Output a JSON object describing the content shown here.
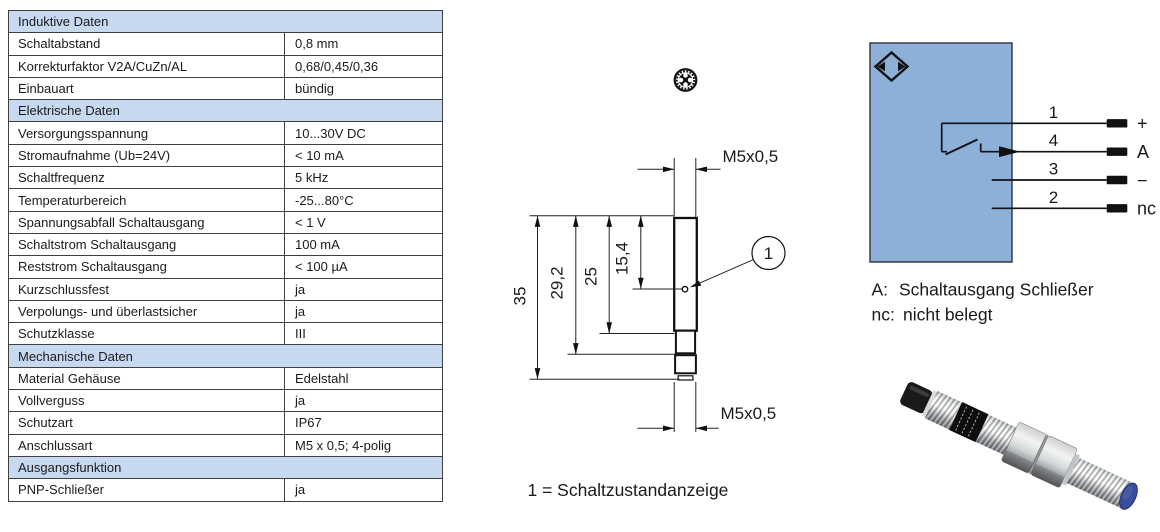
{
  "table": {
    "sections": [
      {
        "title": "Induktive Daten",
        "rows": [
          {
            "label": "Schaltabstand",
            "value": "0,8 mm"
          },
          {
            "label": "Korrekturfaktor V2A/CuZn/AL",
            "value": "0,68/0,45/0,36"
          },
          {
            "label": "Einbauart",
            "value": "bündig"
          }
        ]
      },
      {
        "title": "Elektrische Daten",
        "rows": [
          {
            "label": "Versorgungsspannung",
            "value": "10...30V DC"
          },
          {
            "label": "Stromaufnahme (Ub=24V)",
            "value": "< 10 mA"
          },
          {
            "label": "Schaltfrequenz",
            "value": "5 kHz"
          },
          {
            "label": "Temperaturbereich",
            "value": "-25...80°C"
          },
          {
            "label": "Spannungsabfall Schaltausgang",
            "value": "< 1 V"
          },
          {
            "label": "Schaltstrom Schaltausgang",
            "value": "100 mA"
          },
          {
            "label": "Reststrom Schaltausgang",
            "value": "< 100 µA"
          },
          {
            "label": "Kurzschlussfest",
            "value": "ja"
          },
          {
            "label": "Verpolungs- und überlastsicher",
            "value": "ja"
          },
          {
            "label": "Schutzklasse",
            "value": "III"
          }
        ]
      },
      {
        "title": "Mechanische Daten",
        "rows": [
          {
            "label": "Material Gehäuse",
            "value": "Edelstahl"
          },
          {
            "label": "Vollverguss",
            "value": "ja"
          },
          {
            "label": "Schutzart",
            "value": "IP67"
          },
          {
            "label": "Anschlussart",
            "value": "M5 x 0,5; 4-polig"
          }
        ]
      },
      {
        "title": "Ausgangsfunktion",
        "rows": [
          {
            "label": "PNP-Schließer",
            "value": "ja"
          }
        ]
      }
    ]
  },
  "drawing": {
    "thread_label_top": "M5x0,5",
    "thread_label_bottom": "M5x0,5",
    "dims": {
      "total": "35",
      "d2": "29,2",
      "d3": "25",
      "d4": "15,4"
    },
    "callout_number": "1",
    "caption": "1 = Schaltzustandanzeige"
  },
  "wiring": {
    "pins": [
      {
        "number": "1",
        "terminal": "+"
      },
      {
        "number": "4",
        "terminal": "A"
      },
      {
        "number": "3",
        "terminal": "−"
      },
      {
        "number": "2",
        "terminal": "nc"
      }
    ],
    "legend": {
      "a_key": "A:",
      "a_text": "Schaltausgang Schließer",
      "nc_key": "nc:",
      "nc_text": "nicht belegt"
    }
  },
  "colors": {
    "table_header_bg": "#c6d9f0",
    "wiring_box": "#8cb0d8",
    "sensor_face_blue": "#3a4d9c"
  }
}
